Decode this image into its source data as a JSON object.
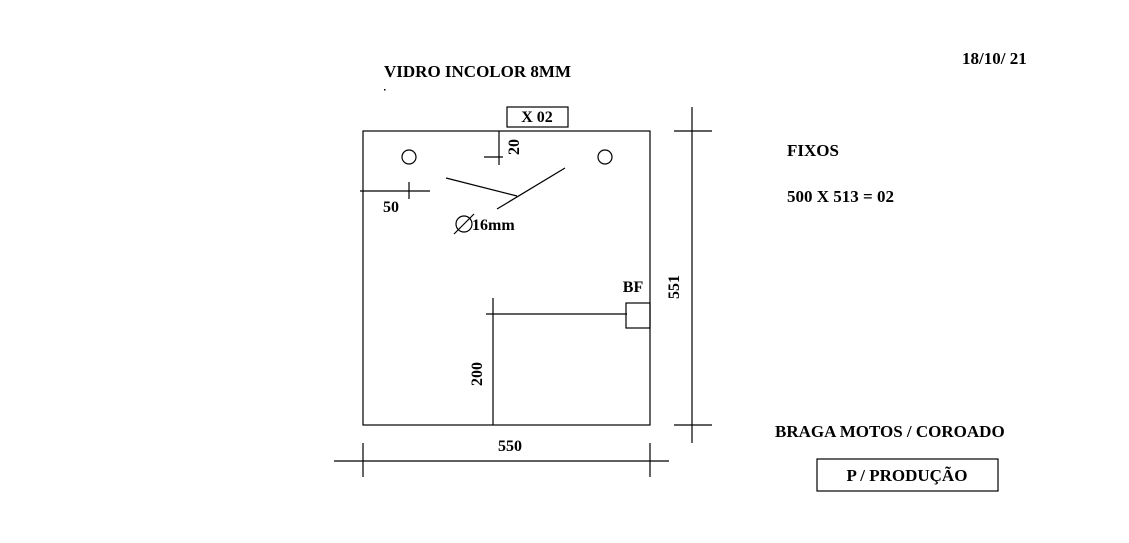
{
  "header": {
    "material": "VIDRO INCOLOR 8MM",
    "date": "18/10/ 21"
  },
  "drawing": {
    "quantity_tag": "X 02",
    "overall_width": "550",
    "overall_height": "551",
    "hole_offset_top": "20",
    "hole_offset_side": "50",
    "hole_diameter": "16mm",
    "bf_label": "BF",
    "bf_offset_bottom": "200"
  },
  "notes": {
    "title": "FIXOS",
    "spec": "500 X 513 = 02"
  },
  "footer": {
    "client": "BRAGA MOTOS / COROADO",
    "destination": "P / PRODUÇÃO"
  }
}
